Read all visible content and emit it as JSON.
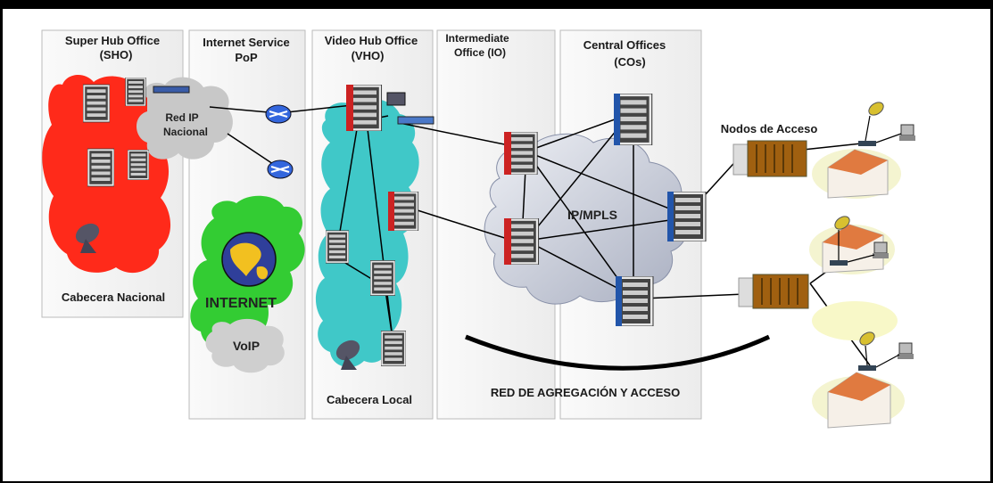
{
  "columns": {
    "sho": {
      "line1": "Super Hub Office",
      "line2": "(SHO)"
    },
    "isp": {
      "line1": "Internet Service",
      "line2": "PoP"
    },
    "vho": {
      "line1": "Video Hub Office",
      "line2": "(VHO)"
    },
    "io": {
      "line1": "Intermediate",
      "line2": "Office  (IO)"
    },
    "co": {
      "line1": "Central Offices",
      "line2": "(COs)"
    }
  },
  "clouds": {
    "red_ip": {
      "line1": "Red IP",
      "line2": "Nacional"
    },
    "internet": "INTERNET",
    "voip": "VoIP",
    "ipmpls": "IP/MPLS"
  },
  "labels": {
    "cabecera_nacional": "Cabecera Nacional",
    "cabecera_local": "Cabecera Local",
    "red_agregacion": "RED DE AGREGACIÓN Y ACCESO",
    "nodos_acceso": "Nodos de Acceso"
  },
  "colors": {
    "sho_cloud": "#ff2a1a",
    "internet_cloud": "#33cc33",
    "vho_cloud": "#40c8c8",
    "grey_cloud": "#c8c8c8",
    "mpls_cloud": "#c8ccd8",
    "router": "#3366dd",
    "switch_red": "#cc2222",
    "switch_blue": "#2255aa",
    "access_node": "#a06010",
    "house_roof": "#e07a40",
    "dish": "#d8c030"
  }
}
